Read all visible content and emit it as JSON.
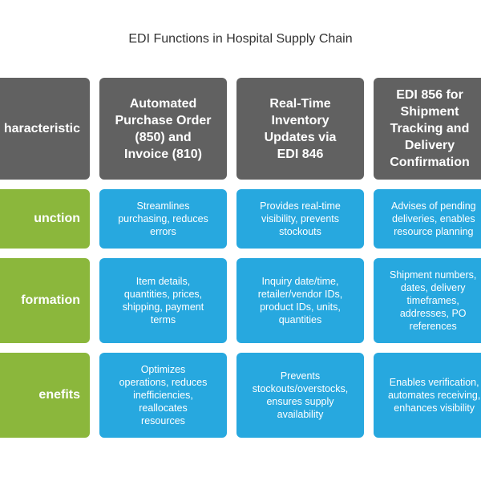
{
  "title": "EDI Functions in Hospital Supply Chain",
  "colors": {
    "header": "#616161",
    "row_label": "#8bb73c",
    "cell": "#27a8df"
  },
  "headers": {
    "characteristic": "haracteristic",
    "col1": "Automated\nPurchase Order\n(850) and\nInvoice (810)",
    "col2": "Real-Time\nInventory\nUpdates via\nEDI 846",
    "col3": "EDI 856 for\nShipment\nTracking and\nDelivery\nConfirmation"
  },
  "rows": [
    {
      "label": "unction",
      "col1": "Streamlines\npurchasing, reduces\nerrors",
      "col2": "Provides real-time\nvisibility, prevents\nstockouts",
      "col3": "Advises of pending\ndeliveries, enables\nresource planning"
    },
    {
      "label": "formation",
      "col1": "Item details,\nquantities, prices,\nshipping, payment\nterms",
      "col2": "Inquiry date/time,\nretailer/vendor IDs,\nproduct IDs, units,\nquantities",
      "col3": "Shipment numbers,\ndates, delivery\ntimeframes,\naddresses, PO\nreferences"
    },
    {
      "label": "enefits",
      "col1": "Optimizes\noperations, reduces\ninefficiencies,\nreallocates\nresources",
      "col2": "Prevents\nstockouts/overstocks,\nensures supply\navailability",
      "col3": "Enables verification,\nautomates receiving,\nenhances visibility"
    }
  ]
}
